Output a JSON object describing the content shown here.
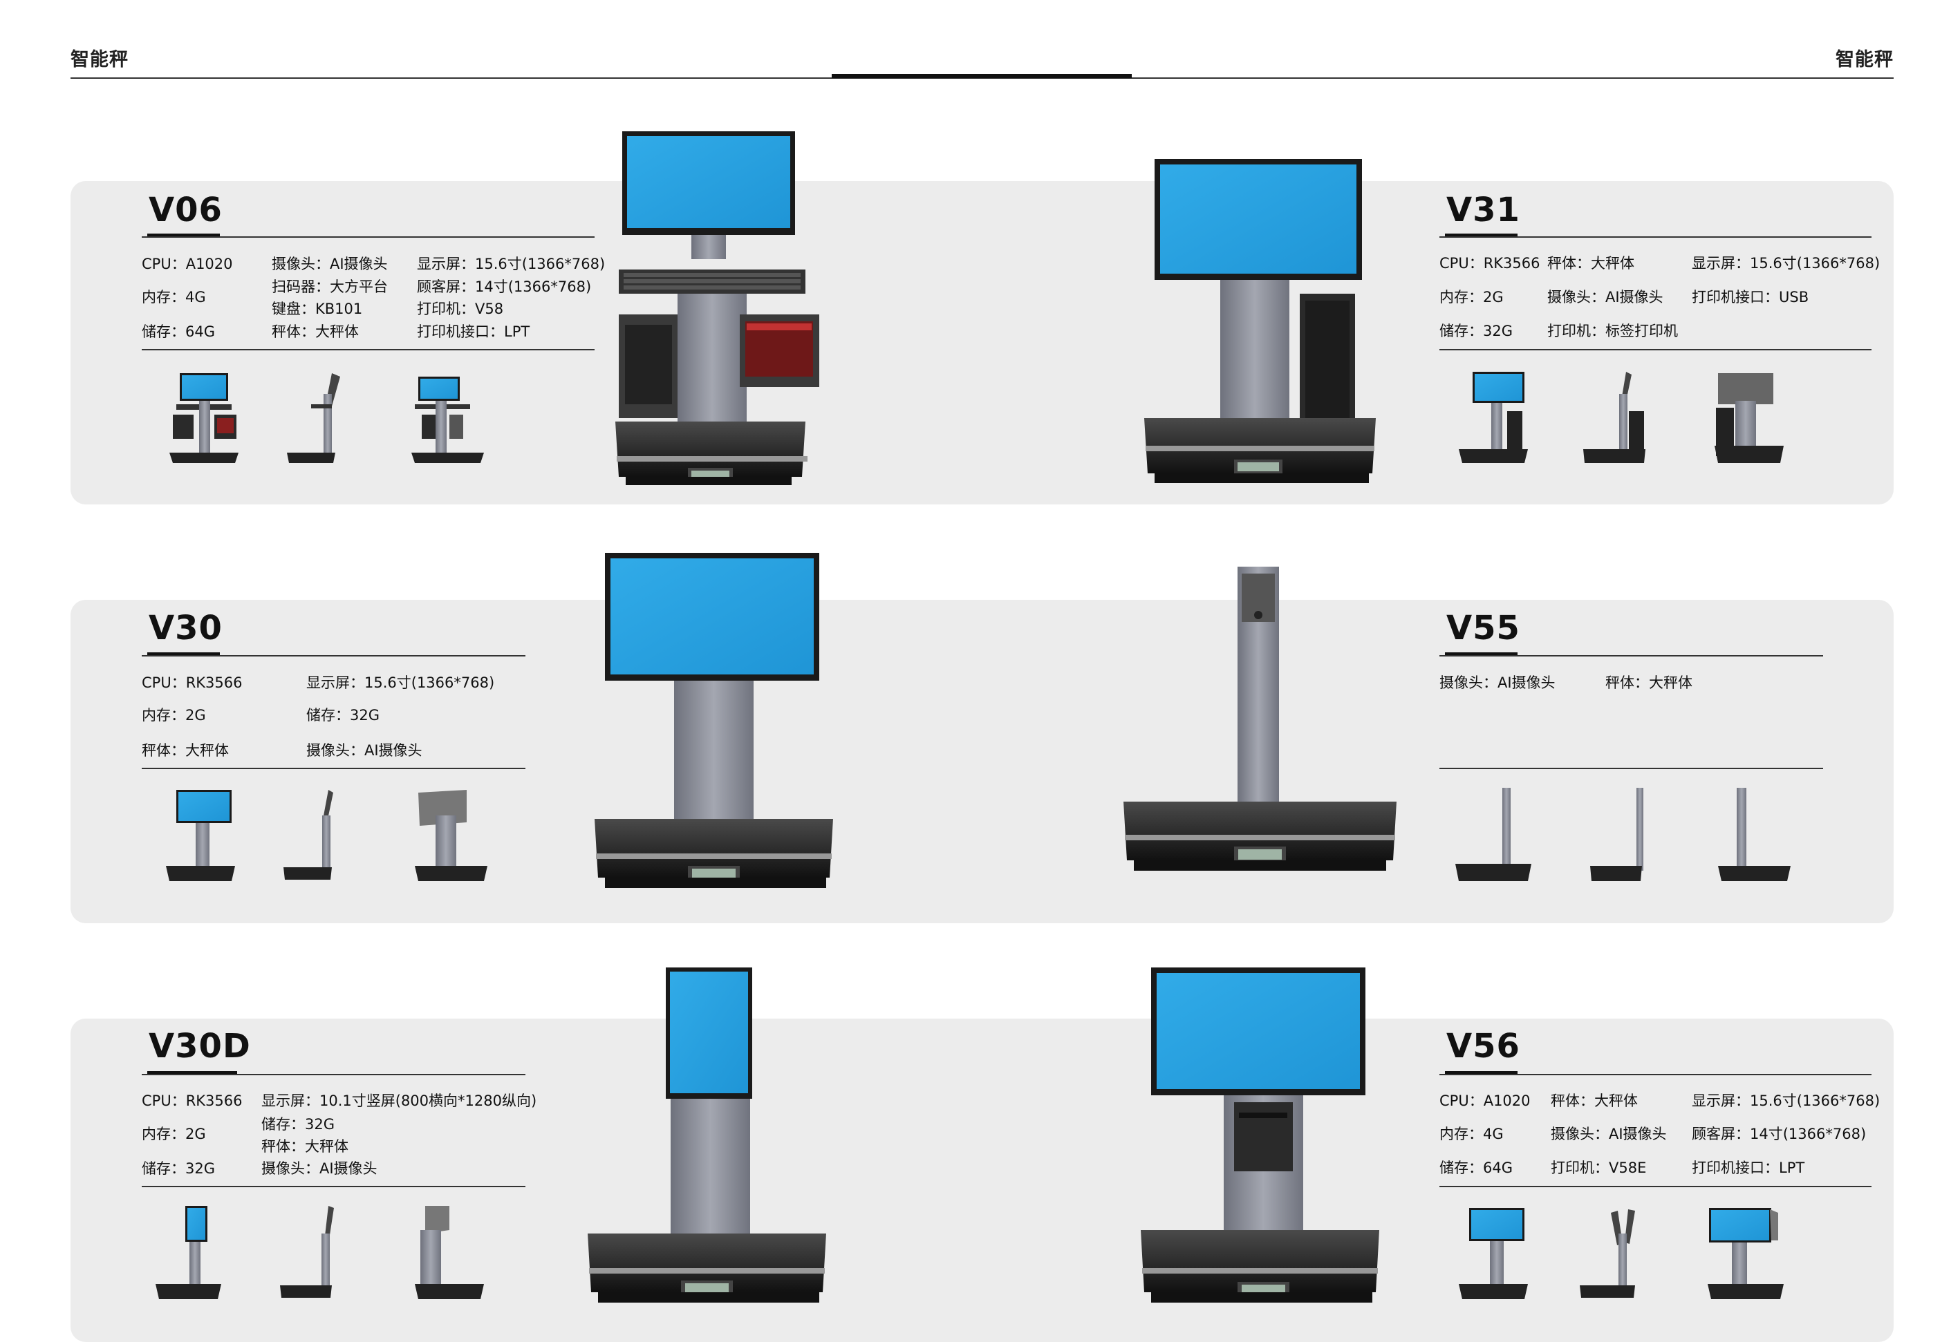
{
  "header": {
    "title_left": "智能秤",
    "title_right": "智能秤"
  },
  "products": [
    {
      "model": "V06",
      "specs": [
        "CPU：A1020",
        "内存：4G",
        "储存：64G",
        "摄像头：AI摄像头",
        "扫码器：大方平台",
        "键盘：KB101",
        "秤体：大秤体",
        "显示屏：15.6寸(1366*768)",
        "顾客屏：14寸(1366*768)",
        "打印机：V58",
        "打印机接口：LPT"
      ]
    },
    {
      "model": "V31",
      "specs": [
        "CPU：RK3566",
        "内存：2G",
        "储存：32G",
        "秤体：大秤体",
        "摄像头：AI摄像头",
        "打印机：标签打印机",
        "显示屏：15.6寸(1366*768)",
        "打印机接口：USB"
      ]
    },
    {
      "model": "V30",
      "specs": [
        "CPU：RK3566",
        "内存：2G",
        "秤体：大秤体",
        "显示屏：15.6寸(1366*768)",
        "储存：32G",
        "摄像头：AI摄像头"
      ]
    },
    {
      "model": "V55",
      "specs": [
        "摄像头：AI摄像头",
        "秤体：大秤体"
      ]
    },
    {
      "model": "V30D",
      "specs": [
        "CPU：RK3566",
        "内存：2G",
        "储存：32G",
        "显示屏：10.1寸竖屏(800横向*1280纵向)",
        "储存：32G",
        "秤体：大秤体",
        "摄像头：AI摄像头"
      ]
    },
    {
      "model": "V56",
      "specs": [
        "CPU：A1020",
        "内存：4G",
        "储存：64G",
        "秤体：大秤体",
        "摄像头：AI摄像头",
        "打印机：V58E",
        "显示屏：15.6寸(1366*768)",
        "顾客屏：14寸(1366*768)",
        "打印机接口：LPT"
      ]
    }
  ],
  "colors": {
    "panel": "#ececec",
    "screen": "#2aa3e2",
    "base": "#222222",
    "column": "#8a8d99"
  }
}
